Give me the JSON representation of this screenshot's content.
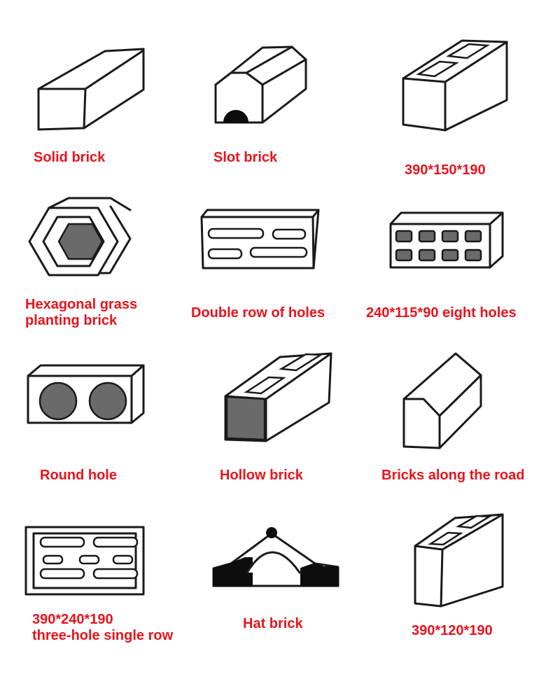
{
  "accent_color": "#e8141c",
  "line_color": "#1a1a1a",
  "hole_color": "#6a6a6a",
  "items": [
    {
      "id": "solid-brick",
      "label": "Solid brick",
      "icon": "solid-brick-icon"
    },
    {
      "id": "slot-brick",
      "label": "Slot brick",
      "icon": "slot-brick-icon"
    },
    {
      "id": "block-390-150-190",
      "label": "390*150*190",
      "icon": "two-cell-block-icon"
    },
    {
      "id": "hexagonal-grass-brick",
      "label": "Hexagonal grass\nplanting brick",
      "icon": "hexagon-brick-icon"
    },
    {
      "id": "double-row-holes",
      "label": "Double row of holes",
      "icon": "double-row-holes-icon"
    },
    {
      "id": "eight-holes",
      "label": "240*115*90 eight holes",
      "icon": "eight-hole-brick-icon"
    },
    {
      "id": "round-hole",
      "label": "Round hole",
      "icon": "round-hole-brick-icon"
    },
    {
      "id": "hollow-brick",
      "label": "Hollow brick",
      "icon": "hollow-brick-icon"
    },
    {
      "id": "road-bricks",
      "label": "Bricks along the road",
      "icon": "curb-brick-icon"
    },
    {
      "id": "three-hole-single-row",
      "label": "390*240*190\nthree-hole single row",
      "icon": "three-hole-block-icon"
    },
    {
      "id": "hat-brick",
      "label": "Hat brick",
      "icon": "hat-brick-icon"
    },
    {
      "id": "block-390-120-190",
      "label": "390*120*190",
      "icon": "narrow-block-icon"
    }
  ]
}
